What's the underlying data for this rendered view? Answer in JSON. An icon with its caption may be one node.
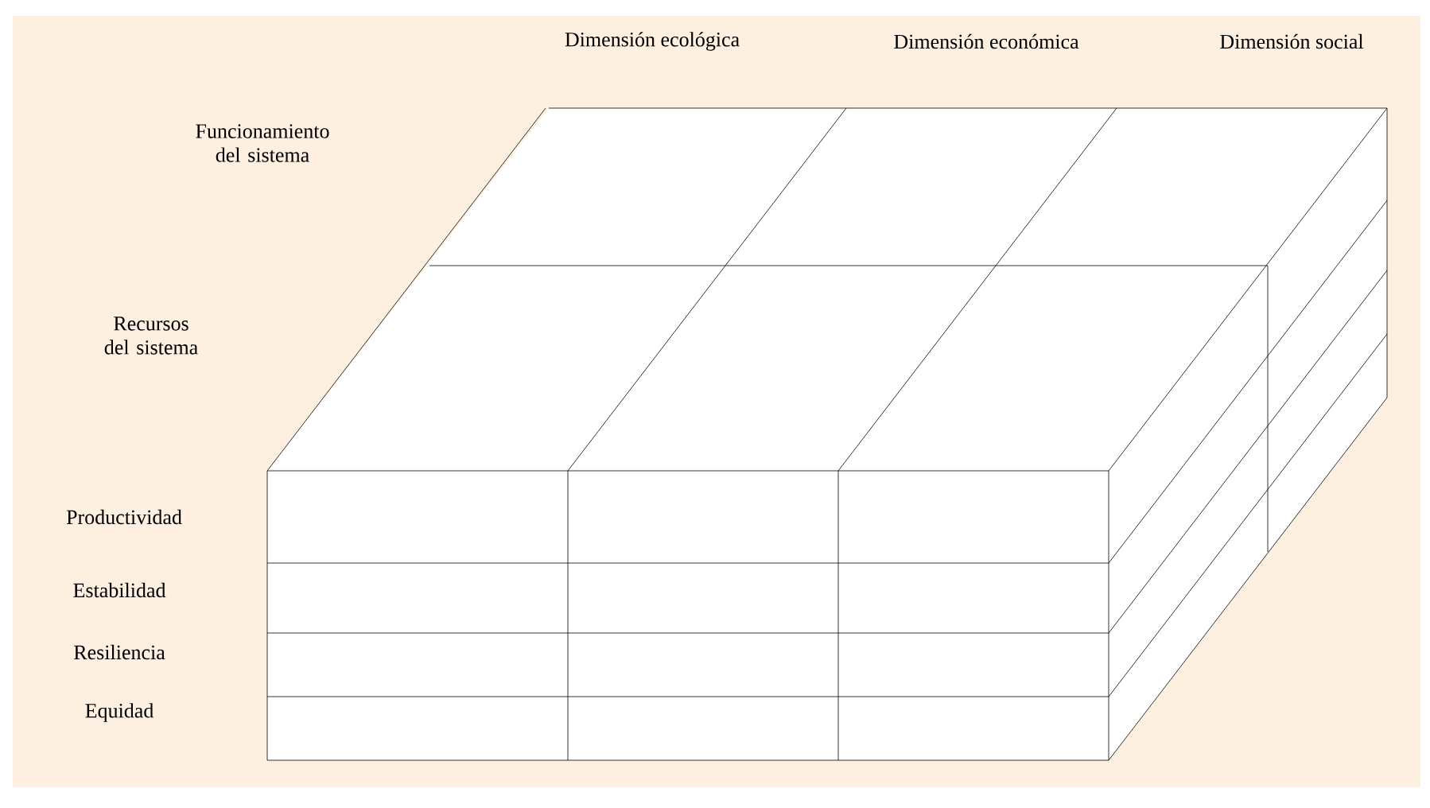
{
  "diagram": {
    "labels": [
      "Dimensión ecológica",
      "Dimensión económica",
      "Dimensión social",
      "Funcionamiento del sistema",
      "Recursos del sistema",
      "Productividad",
      "Estabilidad",
      "Resiliencia",
      "Equidad"
    ]
  }
}
